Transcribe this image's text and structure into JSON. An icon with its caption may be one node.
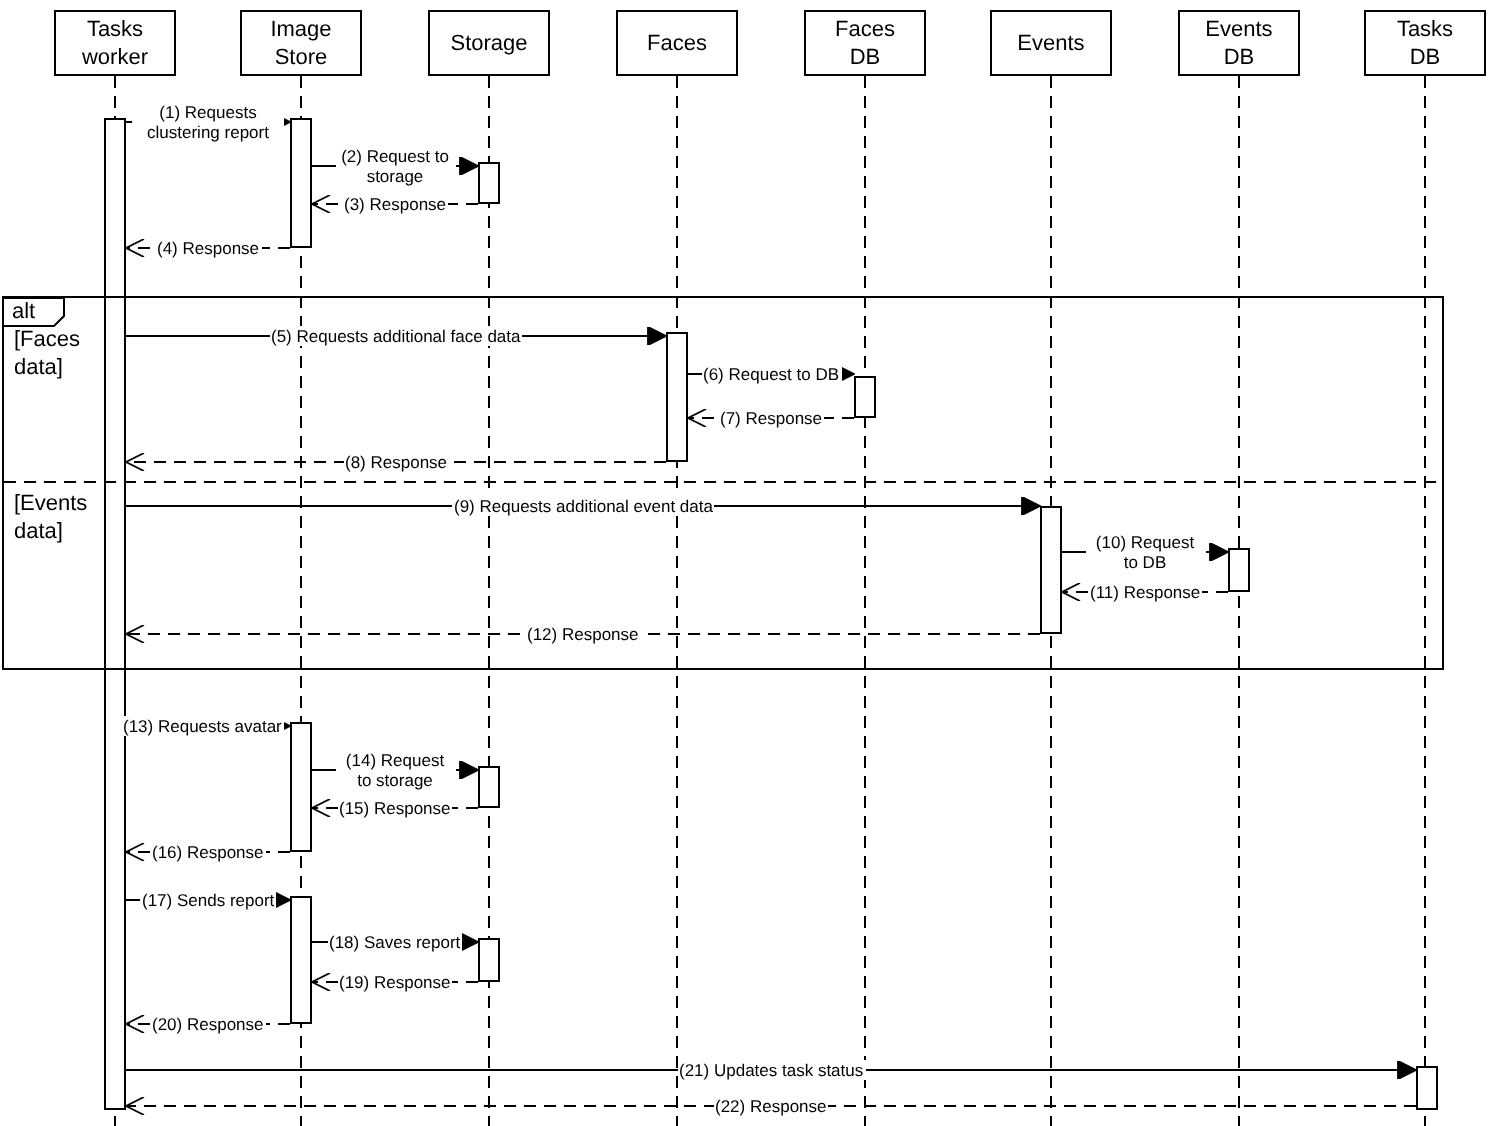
{
  "diagram": {
    "nodes": [
      {
        "text": [
          "Tasks worker"
        ]
      },
      {
        "text": [
          "Image Store"
        ]
      },
      {
        "text": [
          "Storage"
        ]
      },
      {
        "text": [
          "Faces"
        ]
      },
      {
        "text": [
          "Faces DB"
        ]
      },
      {
        "text": [
          "Events"
        ]
      },
      {
        "text": [
          "Events DB"
        ]
      },
      {
        "text": [
          "Tasks DB"
        ]
      },
      {
        "text": [],
        "shape": "bar"
      },
      {
        "text": [],
        "shape": "bar"
      },
      {
        "text": [],
        "shape": "bar"
      },
      {
        "text": [
          "alt",
          "[Faces data]",
          "[Events data]"
        ]
      },
      {
        "text": [],
        "shape": "bar",
        "in": 11
      },
      {
        "text": [],
        "shape": "bar",
        "in": 11
      },
      {
        "text": [],
        "shape": "bar",
        "in": 11
      },
      {
        "text": [],
        "shape": "bar",
        "in": 11
      },
      {
        "text": [],
        "shape": "bar"
      },
      {
        "text": [],
        "shape": "bar"
      },
      {
        "text": [],
        "shape": "bar"
      },
      {
        "text": [],
        "shape": "bar"
      },
      {
        "text": [],
        "shape": "bar"
      }
    ],
    "edges": [
      {
        "from": 8,
        "to": 9,
        "arrow": "to",
        "label": "(1) Requests clustering report"
      },
      {
        "from": 9,
        "to": 10,
        "arrow": "to",
        "label": "(2) Request to storage"
      },
      {
        "from": 10,
        "to": 9,
        "arrow": "to",
        "label": "(3) Response",
        "style": "dashed"
      },
      {
        "from": 9,
        "to": 8,
        "arrow": "to",
        "label": "(4) Response",
        "style": "dashed"
      },
      {
        "from": 8,
        "to": 12,
        "arrow": "to",
        "label": "(5) Requests additional face data"
      },
      {
        "from": 12,
        "to": 13,
        "arrow": "to",
        "label": "(6) Request to DB"
      },
      {
        "from": 13,
        "to": 12,
        "arrow": "to",
        "label": "(7) Response",
        "style": "dashed"
      },
      {
        "from": 12,
        "to": 8,
        "arrow": "to",
        "label": "(8) Response",
        "style": "dashed"
      },
      {
        "from": 8,
        "to": 14,
        "arrow": "to",
        "label": "(9) Requests additional event data"
      },
      {
        "from": 14,
        "to": 15,
        "arrow": "to",
        "label": "(10) Request to DB"
      },
      {
        "from": 15,
        "to": 14,
        "arrow": "to",
        "label": "(11) Response",
        "style": "dashed"
      },
      {
        "from": 14,
        "to": 8,
        "arrow": "to",
        "label": "(12) Response",
        "style": "dashed"
      },
      {
        "from": 8,
        "to": 16,
        "arrow": "to",
        "label": "(13) Requests avatar"
      },
      {
        "from": 16,
        "to": 17,
        "arrow": "to",
        "label": "(14) Request to storage"
      },
      {
        "from": 17,
        "to": 16,
        "arrow": "to",
        "label": "(15) Response",
        "style": "dashed"
      },
      {
        "from": 16,
        "to": 8,
        "arrow": "to",
        "label": "(16) Response",
        "style": "dashed"
      },
      {
        "from": 8,
        "to": 18,
        "arrow": "to",
        "label": "(17) Sends report"
      },
      {
        "from": 18,
        "to": 19,
        "arrow": "to",
        "label": "(18) Saves report"
      },
      {
        "from": 19,
        "to": 18,
        "arrow": "to",
        "label": "(19) Response",
        "style": "dashed"
      },
      {
        "from": 18,
        "to": 8,
        "arrow": "to",
        "label": "(20) Response",
        "style": "dashed"
      },
      {
        "from": 8,
        "to": 20,
        "arrow": "to",
        "label": "(21) Updates task status"
      },
      {
        "from": 20,
        "to": 8,
        "arrow": "to",
        "label": "(22) Response",
        "style": "dashed"
      }
    ]
  }
}
